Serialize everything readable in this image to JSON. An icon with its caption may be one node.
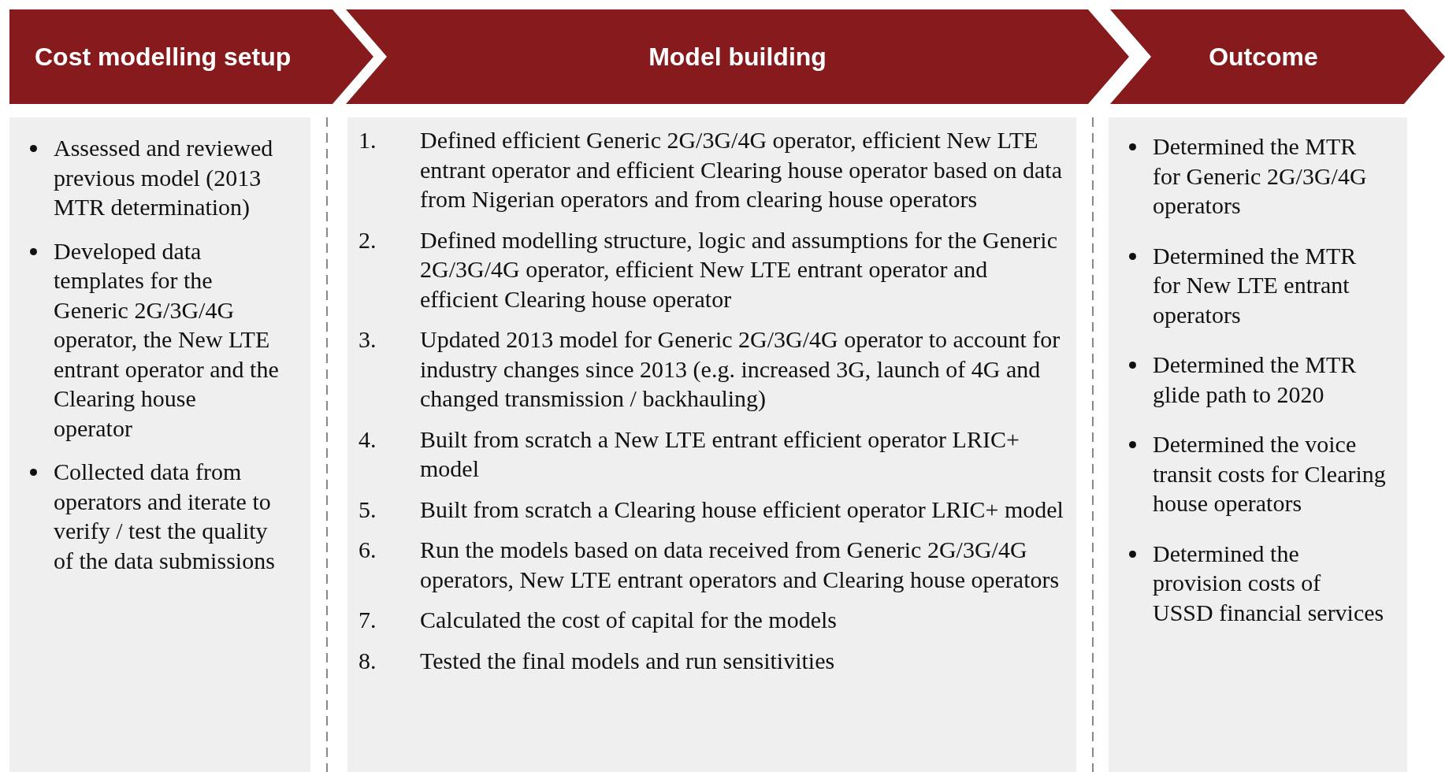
{
  "diagram": {
    "nodes": [
      {
        "text": [
          "Cost modelling setup"
        ]
      },
      {
        "text": [
          "Model building"
        ]
      },
      {
        "text": [
          "Outcome"
        ]
      },
      {
        "text": [
          "Assessed and reviewed previous model (2013 MTR determination)",
          "Developed data templates for the Generic 2G/3G/4G operator, the New LTE entrant operator and the Clearing house operator",
          "Collected data from operators and iterate to verify / test the quality of the data submissions"
        ]
      },
      {
        "text": [
          "1. Defined efficient Generic 2G/3G/4G operator, efficient New LTE entrant operator and efficient Clearing house operator based on data from Nigerian operators and from clearing house operators",
          "2. Defined modelling structure, logic and assumptions for the Generic 2G/3G/4G operator, efficient New LTE entrant operator and efficient Clearing house operator",
          "3. Updated 2013 model for Generic 2G/3G/4G operator to account for industry changes since 2013 (e.g. increased 3G, launch of 4G and changed transmission / backhauling)",
          "4. Built from scratch a New LTE entrant efficient operator LRIC+ model",
          "5. Built from scratch a Clearing house efficient operator LRIC+ model",
          "6. Run the models based on data received from Generic 2G/3G/4G operators, New LTE entrant operators and Clearing house operators",
          "7. Calculated the cost of capital for the models",
          "8. Tested the final models and run sensitivities"
        ]
      },
      {
        "text": [
          "Determined the MTR for Generic 2G/3G/4G operators",
          "Determined the MTR for New LTE entrant operators",
          "Determined the MTR glide path to 2020",
          "Determined the voice transit costs for Clearing house operators",
          "Determined the provision costs of USSD financial services"
        ]
      }
    ]
  }
}
